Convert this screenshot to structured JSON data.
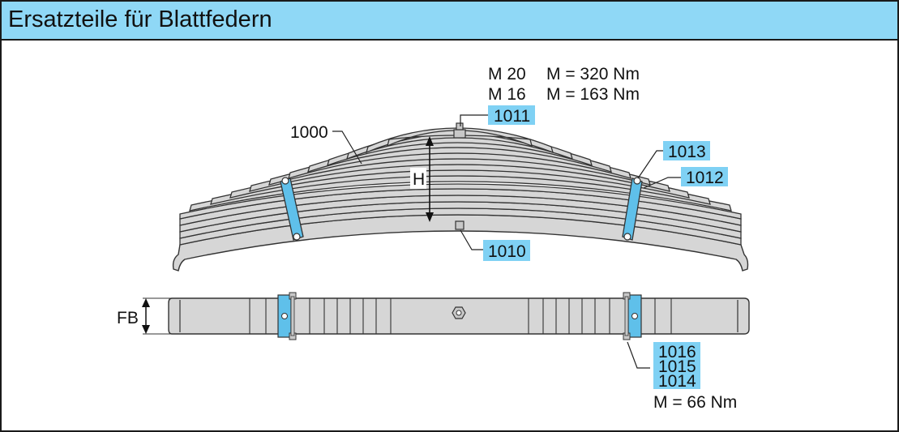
{
  "title": "Ersatzteile für Blattfedern",
  "colors": {
    "header_bg": "#8fd8f6",
    "label_box": "#7fd1f4",
    "clamp": "#5fc0ea",
    "leaf_fill": "#d6d6d6",
    "outline": "#333333"
  },
  "torque_top": {
    "line1_size": "M 20",
    "line1_torque": "M = 320 Nm",
    "line2_size": "M 16",
    "line2_torque": "M = 163 Nm"
  },
  "labels": {
    "spring": "1000",
    "height": "H",
    "center_bolt": "1010",
    "nut_top": "1011",
    "clip_bolt": "1012",
    "clip": "1013",
    "width": "FB",
    "part_1016": "1016",
    "part_1015": "1015",
    "part_1014": "1014"
  },
  "torque_bottom": "M = 66 Nm"
}
